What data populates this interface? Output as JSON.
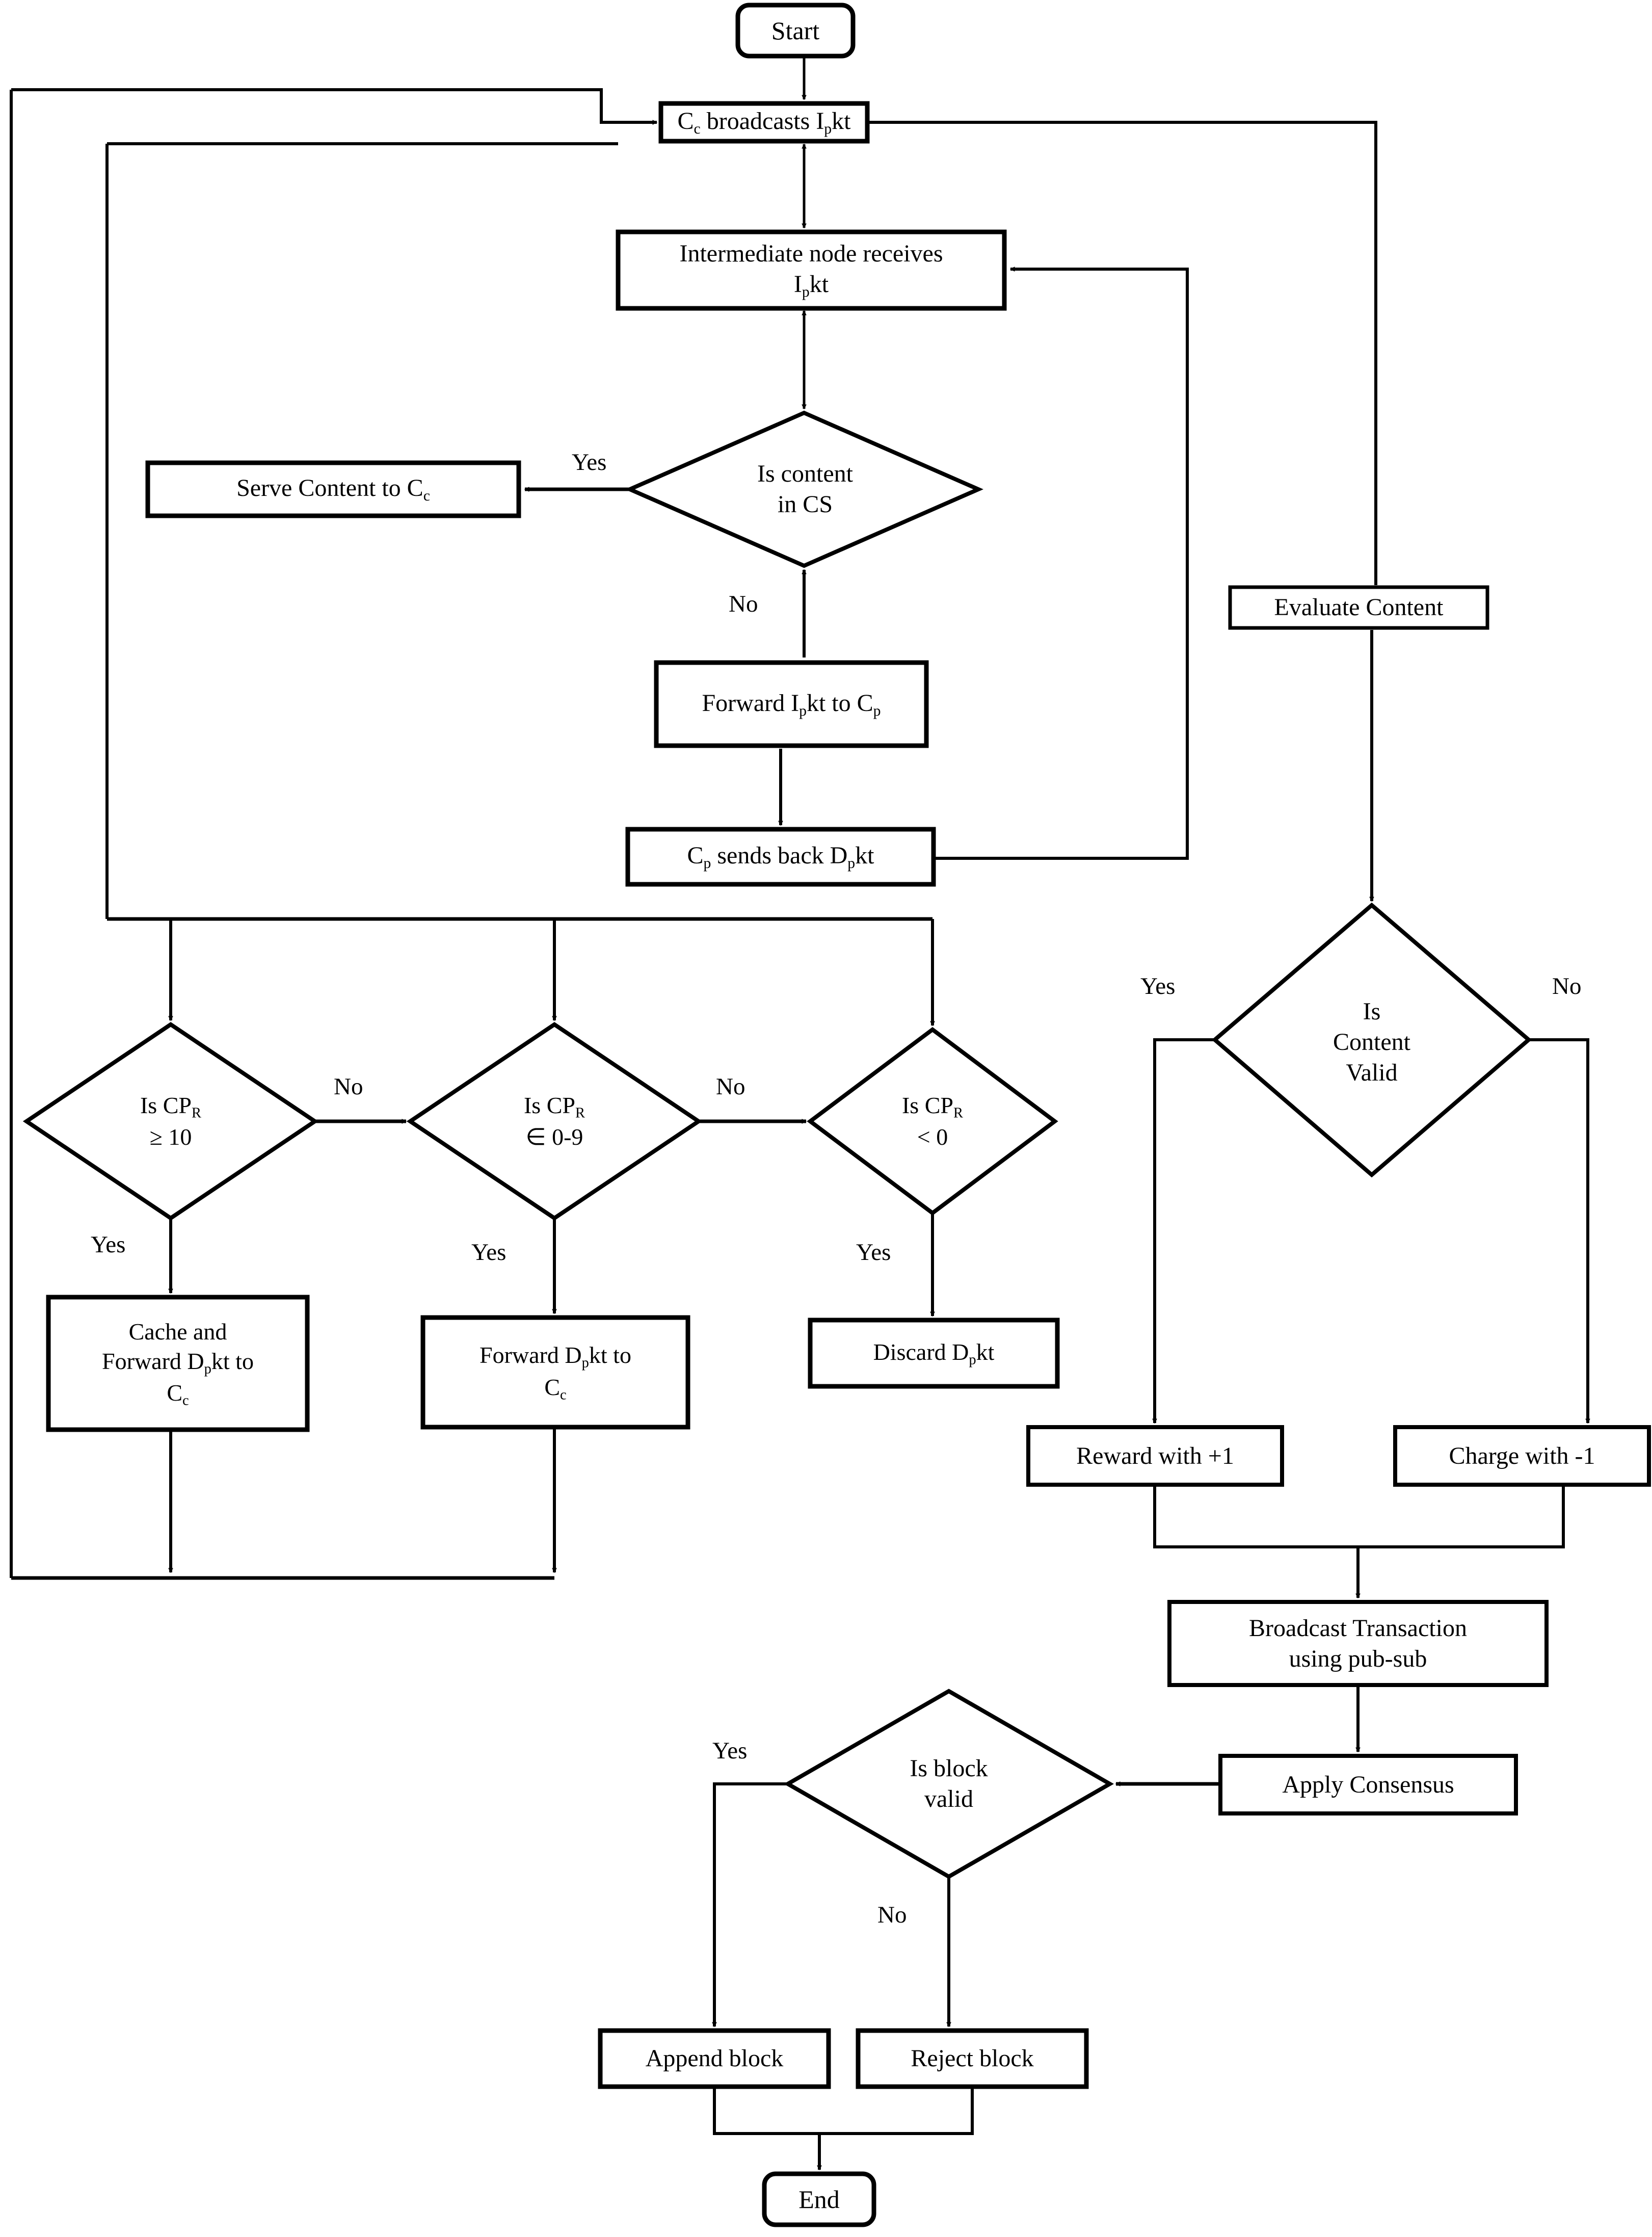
{
  "diagram": {
    "type": "flowchart",
    "title": "Blockchain-based in-network caching flowchart",
    "stroke_color": "#000000",
    "fill_color": "#ffffff",
    "background": "#ffffff"
  },
  "nodes": {
    "start": {
      "label": "Start",
      "shape": "terminator"
    },
    "cc_broadcast": {
      "label": "Cᴄ broadcasts I₞kt",
      "shape": "process"
    },
    "intermediate_receives": {
      "label": "Intermediate node receives I₞kt",
      "shape": "process"
    },
    "is_content_in_cs": {
      "label": "Is content in CS",
      "shape": "decision"
    },
    "serve_content": {
      "label": "Serve Content to Cᴄ",
      "shape": "process"
    },
    "forward_ipkt": {
      "label": "Forward I₞kt to Cₚ",
      "shape": "process"
    },
    "cp_sends_back": {
      "label": "Cₚ sends back D₞kt",
      "shape": "process"
    },
    "is_cpr_ge10": {
      "label": "Is CPʀ ≥ 10",
      "shape": "decision"
    },
    "is_cpr_0to9": {
      "label": "Is CPʀ ∈ 0-9",
      "shape": "decision"
    },
    "is_cpr_lt0": {
      "label": "Is CPʀ < 0",
      "shape": "decision"
    },
    "cache_and_forward": {
      "label": "Cache and Forward D₞kt to Cᴄ",
      "shape": "process"
    },
    "forward_dpkt": {
      "label": "Forward D₞kt to Cᴄ",
      "shape": "process"
    },
    "discard_dpkt": {
      "label": "Discard D₞kt",
      "shape": "process"
    },
    "evaluate_content": {
      "label": "Evaluate Content",
      "shape": "process"
    },
    "is_content_valid": {
      "label": "Is Content Valid",
      "shape": "decision"
    },
    "reward": {
      "label": "Reward with +1",
      "shape": "process"
    },
    "charge": {
      "label": "Charge with -1",
      "shape": "process"
    },
    "broadcast_transaction": {
      "label": "Broadcast Transaction using pub-sub",
      "shape": "process"
    },
    "apply_consensus": {
      "label": "Apply Consensus",
      "shape": "process"
    },
    "is_block_valid": {
      "label": "Is block valid",
      "shape": "decision"
    },
    "append_block": {
      "label": "Append block",
      "shape": "process"
    },
    "reject_block": {
      "label": "Reject block",
      "shape": "process"
    },
    "end": {
      "label": "End",
      "shape": "terminator"
    }
  },
  "node_text": {
    "start": "Start",
    "cc_broadcast_1": "C",
    "cc_broadcast_sub1": "c",
    "cc_broadcast_2": " broadcasts I",
    "cc_broadcast_sub2": "p",
    "cc_broadcast_3": "kt",
    "intermediate_line1": "Intermediate node receives",
    "intermediate_line2_1": "I",
    "intermediate_line2_sub": "p",
    "intermediate_line2_2": "kt",
    "is_content_line1": "Is content",
    "is_content_line2": "in CS",
    "serve_content_1": "Serve Content to C",
    "serve_content_sub": "c",
    "forward_ipkt_1": "Forward I",
    "forward_ipkt_sub1": "p",
    "forward_ipkt_2": "kt to C",
    "forward_ipkt_sub2": "p",
    "cp_sends_1": "C",
    "cp_sends_sub1": "p",
    "cp_sends_2": " sends back D",
    "cp_sends_sub2": "p",
    "cp_sends_3": "kt",
    "cpr_ge10_line1_1": "Is CP",
    "cpr_ge10_line1_sub": "R",
    "cpr_ge10_line2": "≥ 10",
    "cpr_0to9_line1_1": "Is CP",
    "cpr_0to9_line1_sub": "R",
    "cpr_0to9_line2": "∈  0-9",
    "cpr_lt0_line1_1": "Is CP",
    "cpr_lt0_line1_sub": "R",
    "cpr_lt0_line2": "< 0",
    "cache_line1": "Cache and",
    "cache_line2_1": "Forward D",
    "cache_line2_sub": "p",
    "cache_line2_2": "kt to",
    "cache_line3_1": "C",
    "cache_line3_sub": "c",
    "fwd_dpkt_line1_1": "Forward D",
    "fwd_dpkt_line1_sub": "p",
    "fwd_dpkt_line1_2": "kt to",
    "fwd_dpkt_line2_1": "C",
    "fwd_dpkt_line2_sub": "c",
    "discard_1": "Discard D",
    "discard_sub": "p",
    "discard_2": "kt",
    "evaluate_content": "Evaluate Content",
    "valid_line1": "Is",
    "valid_line2": "Content",
    "valid_line3": "Valid",
    "reward": "Reward with +1",
    "charge": "Charge with -1",
    "broadcast_line1": "Broadcast Transaction",
    "broadcast_line2": "using pub-sub",
    "apply_consensus": "Apply Consensus",
    "block_valid_line1": "Is block",
    "block_valid_line2": "valid",
    "append_block": "Append block",
    "reject_block": "Reject block",
    "end": "End"
  },
  "edge_labels": {
    "content_in_cs_yes": "Yes",
    "content_in_cs_no": "No",
    "cpr_ge10_no": "No",
    "cpr_ge10_yes": "Yes",
    "cpr_0to9_no": "No",
    "cpr_0to9_yes": "Yes",
    "cpr_lt0_yes": "Yes",
    "content_valid_yes": "Yes",
    "content_valid_no": "No",
    "block_valid_yes": "Yes",
    "block_valid_no": "No"
  }
}
